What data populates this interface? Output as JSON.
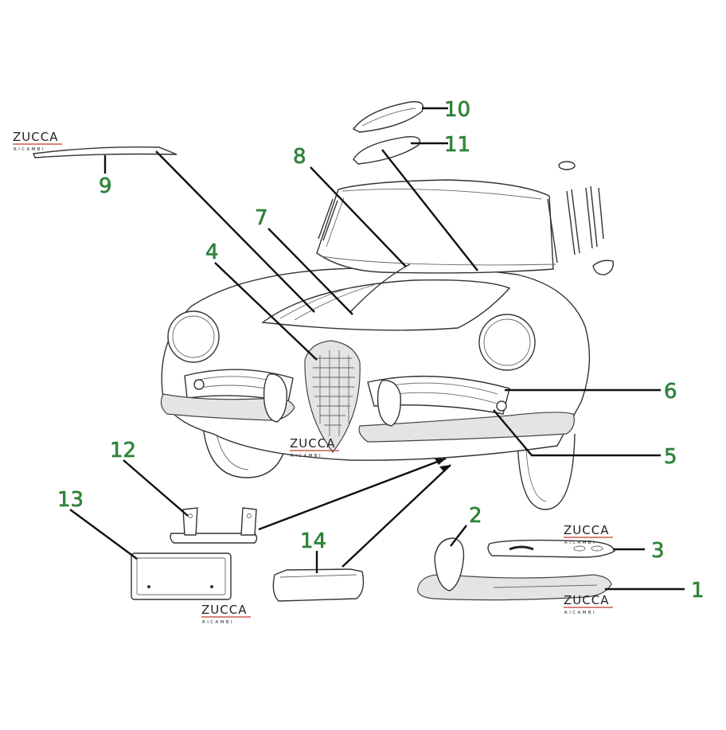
{
  "brand": {
    "name": "ZUCCA",
    "subtitle": "RICAMBI",
    "accent_color": "#c0392b"
  },
  "callouts": [
    {
      "id": "callout-1",
      "label": "1"
    },
    {
      "id": "callout-2",
      "label": "2"
    },
    {
      "id": "callout-3",
      "label": "3"
    },
    {
      "id": "callout-4",
      "label": "4"
    },
    {
      "id": "callout-5",
      "label": "5"
    },
    {
      "id": "callout-6",
      "label": "6"
    },
    {
      "id": "callout-7",
      "label": "7"
    },
    {
      "id": "callout-8",
      "label": "8"
    },
    {
      "id": "callout-9",
      "label": "9"
    },
    {
      "id": "callout-10",
      "label": "10"
    },
    {
      "id": "callout-11",
      "label": "11"
    },
    {
      "id": "callout-12",
      "label": "12"
    },
    {
      "id": "callout-13",
      "label": "13"
    },
    {
      "id": "callout-14",
      "label": "14"
    }
  ],
  "colors": {
    "callout_number": "#2e8b3a",
    "leader_line": "#111111"
  }
}
